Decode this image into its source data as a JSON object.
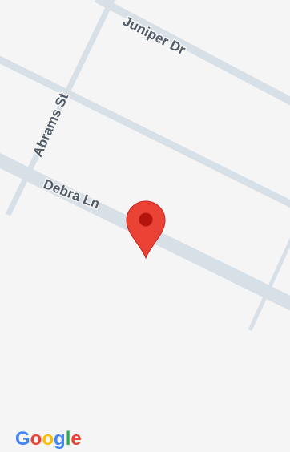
{
  "map": {
    "streets": [
      {
        "name": "Juniper Dr"
      },
      {
        "name": "Abrams St"
      },
      {
        "name": "Debra Ln"
      }
    ],
    "marker": {
      "icon": "map-pin-icon",
      "color": "#ea4335",
      "inner_color": "#b3140e"
    },
    "colors": {
      "land": "#f5f5f5",
      "road": "#d8e0e7",
      "label": "#4f5b66"
    },
    "attribution": {
      "text": "Google",
      "letters": [
        {
          "char": "G",
          "color": "#4285f4"
        },
        {
          "char": "o",
          "color": "#ea4335"
        },
        {
          "char": "o",
          "color": "#fbbc05"
        },
        {
          "char": "g",
          "color": "#4285f4"
        },
        {
          "char": "l",
          "color": "#34a853"
        },
        {
          "char": "e",
          "color": "#ea4335"
        }
      ]
    }
  }
}
